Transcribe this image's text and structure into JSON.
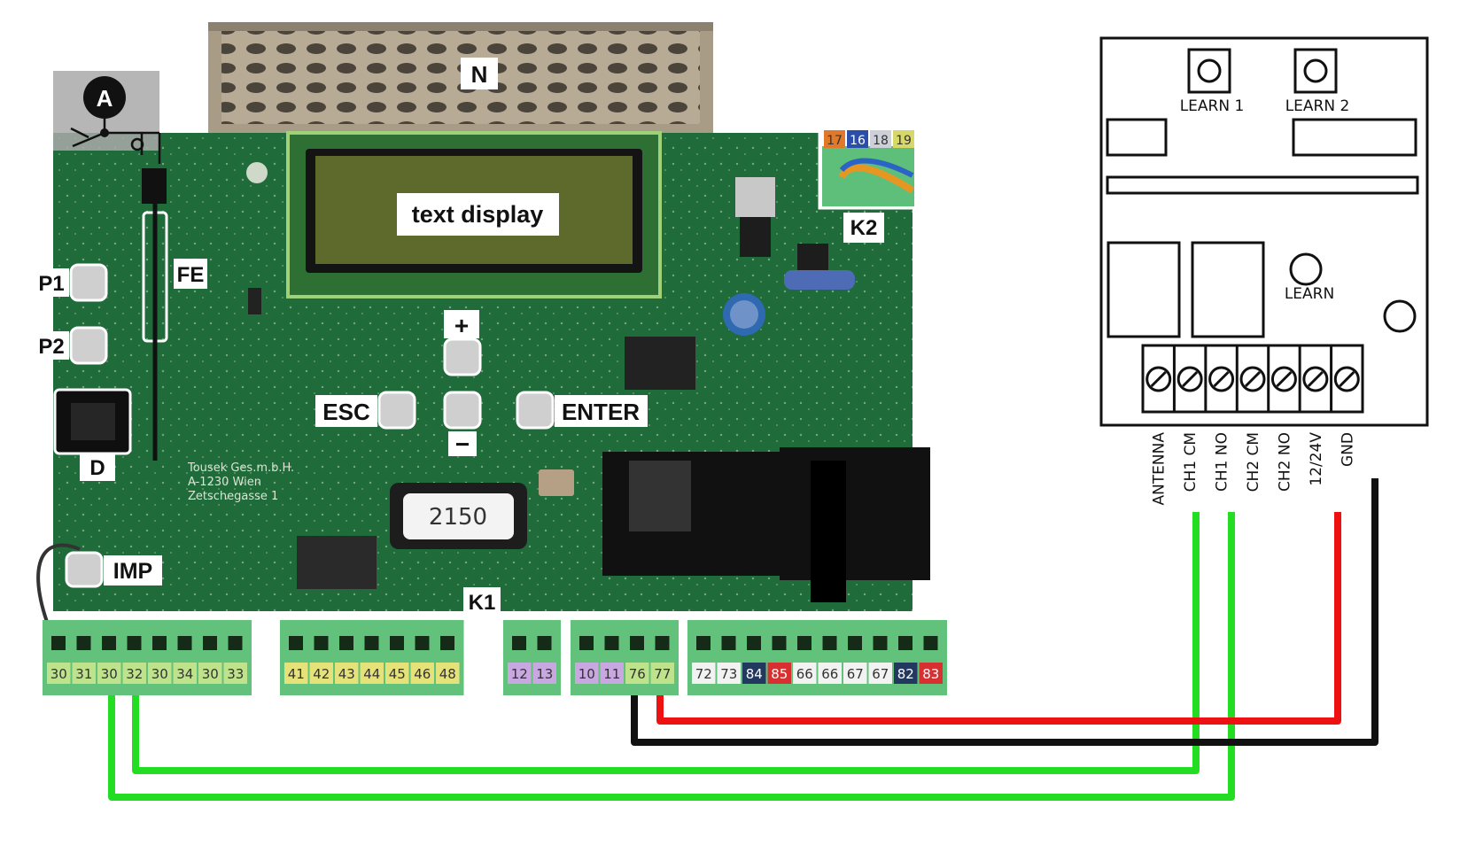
{
  "labels": {
    "a": "A",
    "n": "N",
    "text_display": "text display",
    "p1": "P1",
    "p2": "P2",
    "fe": "FE",
    "d": "D",
    "k2": "K2",
    "plus": "+",
    "minus": "−",
    "esc": "ESC",
    "enter": "ENTER",
    "imp": "IMP",
    "k1": "K1",
    "chip": "2150"
  },
  "pcb_text": {
    "maker1": "Tousek Ges.m.b.H.",
    "maker2": "A-1230 Wien",
    "maker3": "Zetschegasse 1"
  },
  "k2_terminals": [
    "17",
    "16",
    "18",
    "19"
  ],
  "k1_terminals": [
    "30",
    "31",
    "30",
    "32",
    "30",
    "34",
    "30",
    "33",
    "41",
    "42",
    "43",
    "44",
    "45",
    "46",
    "48",
    "12",
    "13",
    "10",
    "11",
    "76",
    "77",
    "72",
    "73",
    "84",
    "85",
    "66",
    "66",
    "67",
    "67",
    "82",
    "83"
  ],
  "receiver": {
    "learn1": "LEARN 1",
    "learn2": "LEARN 2",
    "learn": "LEARN",
    "pins": [
      "ANTENNA",
      "CH1 CM",
      "CH1 NO",
      "CH2 CM",
      "CH2 NO",
      "12/24V",
      "GND"
    ]
  },
  "colors": {
    "pcb": "#1f6b3a",
    "wire_green": "#22dd22",
    "wire_red": "#ee1111",
    "wire_black": "#111111"
  }
}
